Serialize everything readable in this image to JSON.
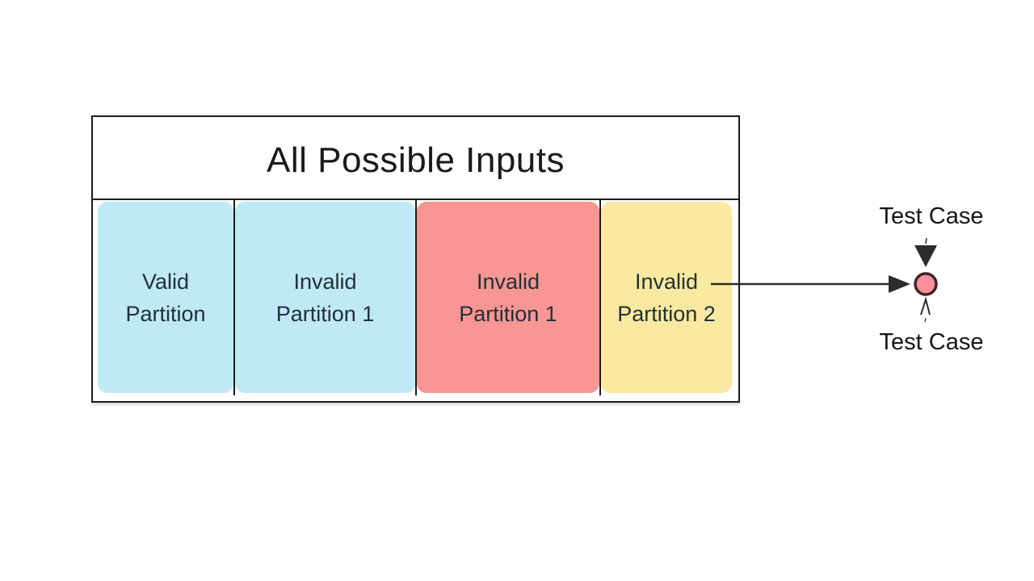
{
  "title": "All Possible Inputs",
  "partitions": [
    {
      "line1": "Valid",
      "line2": "Partition",
      "fill": "#bfe9f4"
    },
    {
      "line1": "Invalid",
      "line2": "Partition 1",
      "fill": "#bfe9f4"
    },
    {
      "line1": "Invalid",
      "line2": "Partition 1",
      "fill": "#f99693"
    },
    {
      "line1": "Invalid",
      "line2": "Partition 2",
      "fill": "#fae9a0"
    }
  ],
  "annotations": {
    "test_case_top": "Test Case",
    "test_case_bottom": "Test Case"
  },
  "colors": {
    "box_border": "#1c1c1c",
    "title_text": "#1a1a1a",
    "label_text": "#22303a",
    "arrow": "#2b2b2b",
    "dot_fill": "#f9909b",
    "dot_stroke": "#3d2428"
  }
}
